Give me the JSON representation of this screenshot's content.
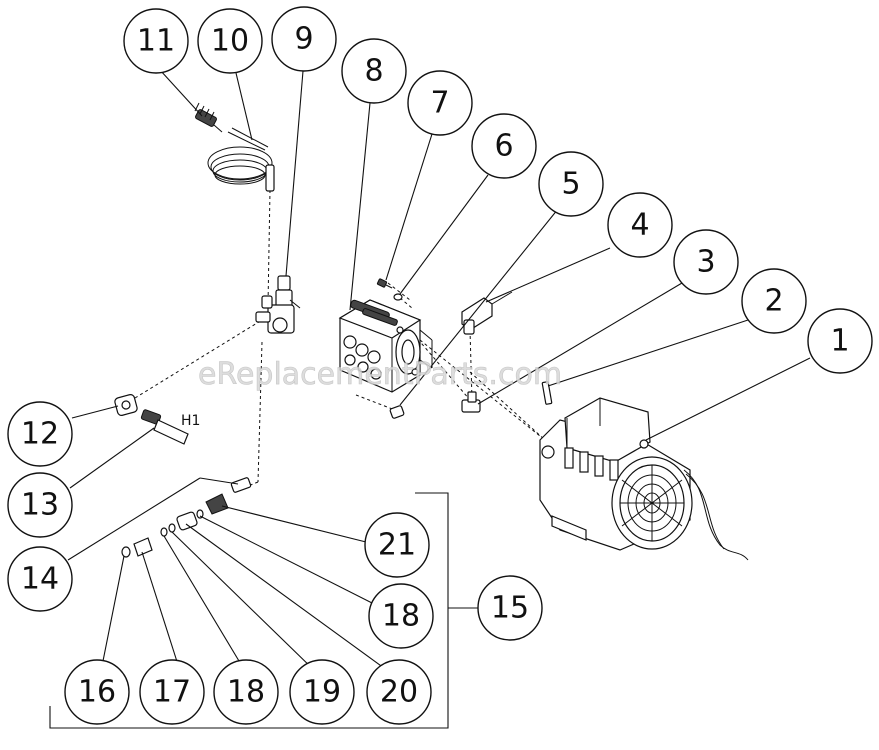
{
  "callouts": [
    "1",
    "2",
    "3",
    "4",
    "5",
    "6",
    "7",
    "8",
    "9",
    "10",
    "11",
    "12",
    "13",
    "14",
    "15",
    "16",
    "17",
    "18",
    "18",
    "19",
    "20",
    "21"
  ],
  "part_label_h1": "H1",
  "watermark": "eReplacementParts.com"
}
